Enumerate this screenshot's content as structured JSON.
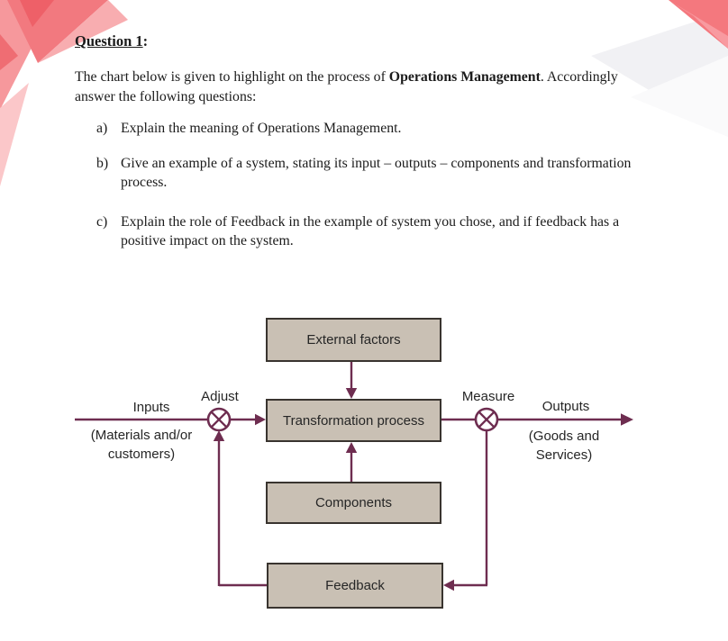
{
  "page": {
    "title": "Question 1",
    "title_suffix": ":",
    "intro": {
      "before_bold": "The chart below is given to highlight on the process of ",
      "bold": "Operations Management",
      "after_bold": ". Accordingly answer the following questions:"
    },
    "questions": [
      {
        "marker": "a)",
        "text": "Explain the meaning of Operations Management."
      },
      {
        "marker": "b)",
        "text": "Give an example of a system, stating its input – outputs – components and transformation process."
      },
      {
        "marker": "c)",
        "text": "Explain the role of Feedback in the example of system you chose, and if feedback has a positive impact on the system."
      }
    ]
  },
  "diagram": {
    "boxes": {
      "external_factors": "External factors",
      "transformation_process": "Transformation process",
      "components": "Components",
      "feedback": "Feedback"
    },
    "labels": {
      "inputs": "Inputs",
      "inputs_sub": "(Materials and/or customers)",
      "adjust": "Adjust",
      "measure": "Measure",
      "outputs": "Outputs",
      "outputs_sub": "(Goods and Services)"
    },
    "colors": {
      "line": "#6e2d50",
      "box_fill": "#c9c0b4",
      "box_border": "#39342f"
    }
  }
}
